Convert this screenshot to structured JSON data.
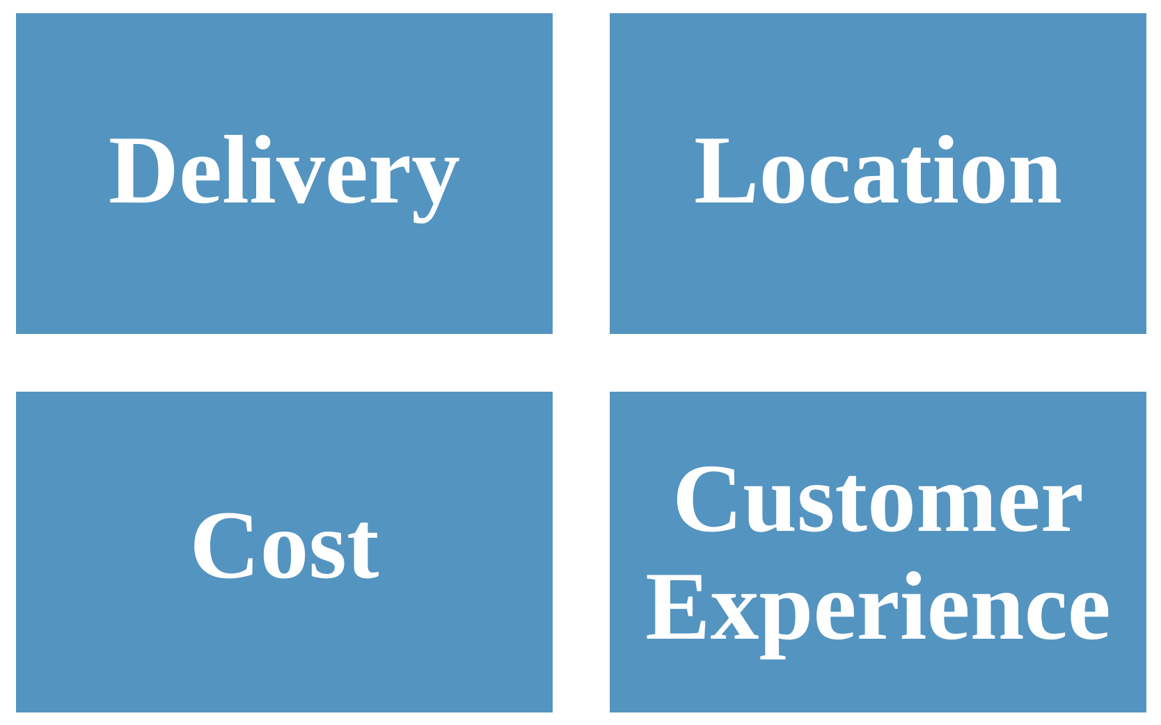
{
  "colors": {
    "box_fill": "#5494c0",
    "text": "#ffffff",
    "background": "#ffffff"
  },
  "boxes": [
    {
      "label": "Delivery"
    },
    {
      "label": "Location"
    },
    {
      "label": "Cost"
    },
    {
      "label_line1": "Customer",
      "label_line2": "Experience"
    }
  ]
}
